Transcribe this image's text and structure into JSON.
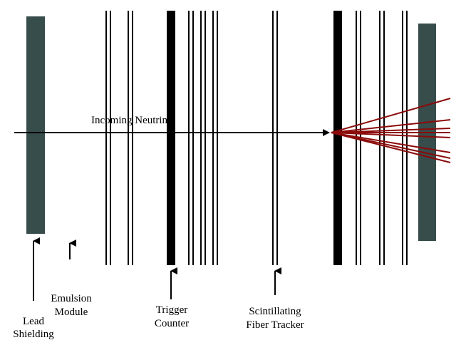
{
  "labels": {
    "beam": "Incoming Neutrino",
    "lead_line1": "Lead",
    "lead_line2": "Shielding",
    "emulsion_line1": "Emulsion",
    "emulsion_line2": "Module",
    "trigger_line1": "Trigger",
    "trigger_line2": "Counter",
    "fiber_line1": "Scintillating",
    "fiber_line2": "Fiber Tracker"
  },
  "colors": {
    "shielding": "#374d4b",
    "beam": "#000000",
    "tracks": "#8b0a0a",
    "layers": "#000000"
  }
}
